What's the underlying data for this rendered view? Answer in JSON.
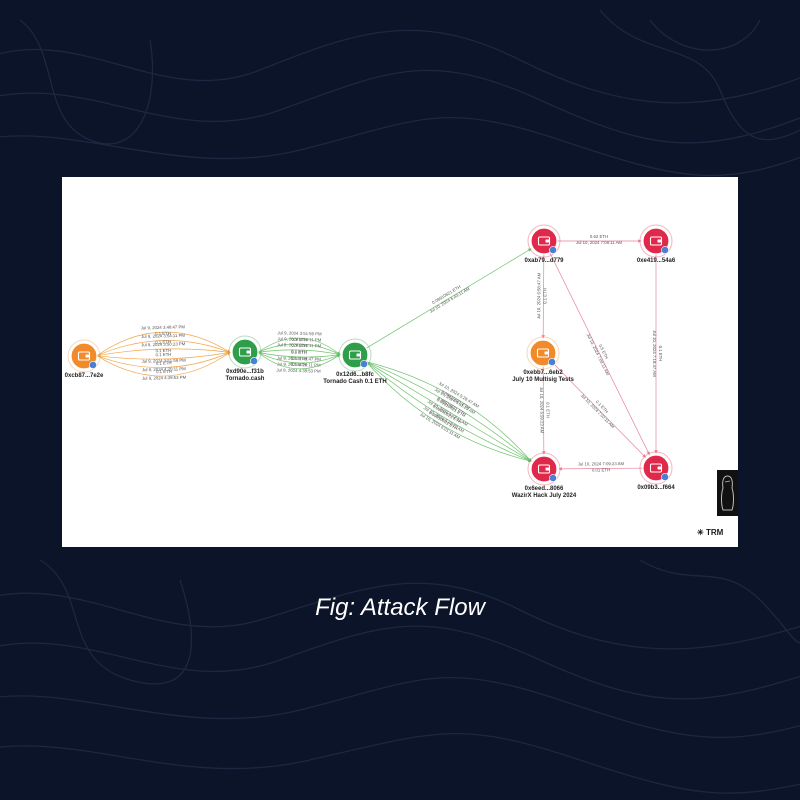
{
  "caption": "Fig: Attack Flow",
  "brand": "TRM",
  "colors": {
    "background": "#0b1428",
    "edge_orange": "#f0a64a",
    "edge_green": "#6cc36a",
    "edge_pink": "#e8839a",
    "node_red": "#e0284a",
    "node_green": "#2e9e4a",
    "node_orange": "#f08a2a"
  },
  "nodes": [
    {
      "id": "n1",
      "label": "0xcb87...7e2e",
      "sublabel": "",
      "color": "orange"
    },
    {
      "id": "n2",
      "label": "0xd90e...f31b",
      "sublabel": "Tornado.cash",
      "color": "green"
    },
    {
      "id": "n3",
      "label": "0x12d6...b8fc",
      "sublabel": "Tornado Cash 0.1 ETH",
      "color": "green"
    },
    {
      "id": "n4",
      "label": "0xab79...d779",
      "sublabel": "",
      "color": "red"
    },
    {
      "id": "n5",
      "label": "0xe419...54a6",
      "sublabel": "",
      "color": "red"
    },
    {
      "id": "n6",
      "label": "0xebb7...6eb2",
      "sublabel": "July 10 Multisig Tests",
      "color": "orange"
    },
    {
      "id": "n7",
      "label": "0x6eed...8066",
      "sublabel": "WazirX Hack July 2024",
      "color": "red"
    },
    {
      "id": "n8",
      "label": "0x09b3...f664",
      "sublabel": "",
      "color": "red"
    }
  ],
  "edges_n1_n2": [
    {
      "amount": "0.1 ETH",
      "time": "Jul 9, 2024 3:48:47 PM"
    },
    {
      "amount": "0.1 ETH",
      "time": "Jul 9, 2024 3:54:11 PM"
    },
    {
      "amount": "0.1 ETH",
      "time": "Jul 9, 2024 3:50:23 PM"
    },
    {
      "amount": "0.1 ETH",
      "time": "Jul 9, 2024 3:51:59 PM"
    },
    {
      "amount": "0.1 ETH",
      "time": "Jul 9, 2024 4:20:11 PM"
    },
    {
      "amount": "0.1 ETH",
      "time": "Jul 9, 2024 4:39:53 PM"
    }
  ],
  "edges_n2_n3": [
    {
      "amount": "0.1 ETH",
      "time": "Jul 9, 2024 3:51:59 PM"
    },
    {
      "amount": "0.1 ETH",
      "time": "Jul 9, 2024 3:54:11 PM"
    },
    {
      "amount": "0.1 ETH",
      "time": "Jul 9, 2024 3:54:11 PM"
    },
    {
      "amount": "0.1 ETH",
      "time": "Jul 9, 2024 3:48:47 PM"
    },
    {
      "amount": "0.1 ETH",
      "time": "Jul 9, 2024 4:20:11 PM"
    },
    {
      "amount": "0.1 ETH",
      "time": "Jul 9, 2024 4:39:53 PM"
    }
  ],
  "edges_n3_n7": [
    {
      "amount": "0.09910621 ETH",
      "time": "Jul 10, 2024 5:26:47 AM"
    },
    {
      "amount": "0.09910621 ETH",
      "time": "Jul 10, 2024 5:31:23 AM"
    },
    {
      "amount": "0.09910621 ETH",
      "time": "Jul 10, 2024 5:42:11 AM"
    },
    {
      "amount": "0.09910621 ETH",
      "time": "Jul 10, 2024 5:48:23 AM"
    },
    {
      "amount": "0.09910621 ETH",
      "time": "Jul 10, 2024 6:01:11 AM"
    }
  ],
  "edge_n3_n4": {
    "amount": "0.09910621 ETH",
    "time": "Jul 10, 2024 6:43:11 AM"
  },
  "edge_n4_n5": {
    "amount": "0.62 ETH",
    "time": "Jul 10, 2024 7:08:11 AM"
  },
  "edge_n4_n6": {
    "amount": "0.1 ETH",
    "time": "Jul 10, 2024 6:58:47 AM"
  },
  "edge_n4_n8": {
    "amount": "0.5 ETH",
    "time": "Jul 10, 2024 7:09:11 AM"
  },
  "edge_n5_n8": {
    "amount": "0.1 ETH",
    "time": "Jul 10, 2024 7:18:47 AM"
  },
  "edge_n6_n7": {
    "amount": "0.1 ETH",
    "time": "Jul 10, 2024 6:59:23 AM"
  },
  "edge_n6_n8": {
    "amount": "0.1 ETH",
    "time": "Jul 10, 2024 7:02:11 AM"
  },
  "edge_n8_n7": {
    "amount": "0.01 ETH",
    "time": "Jul 10, 2024 7:09:23 AM"
  }
}
